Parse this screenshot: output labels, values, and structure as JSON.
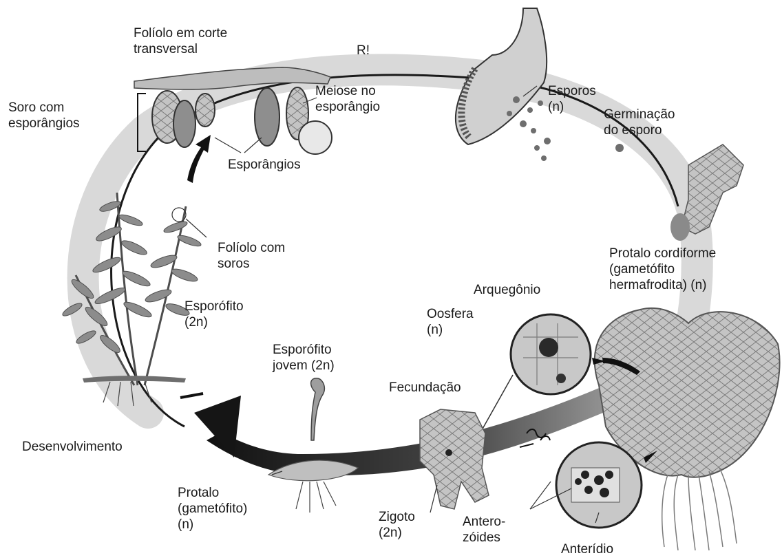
{
  "labels": {
    "foliolo_corte": "Folíolo em corte\ntransversal",
    "r": "R!",
    "soro": "Soro com\nesporângios",
    "meiose": "Meiose no\nesporângio",
    "esporangios": "Esporângios",
    "esporos": "Esporos\n(n)",
    "germinacao": "Germinação\ndo esporo",
    "foliolo_soros": "Folíolo com\nsoros",
    "protalo_cordiforme": "Protalo cordiforme\n(gametófito\nhermafrodita) (n)",
    "arquegonio": "Arquegônio",
    "oosfera": "Oosfera\n(n)",
    "esporofito": "Esporófito\n(2n)",
    "esporofito_jovem": "Esporófito\njovem (2n)",
    "fecundacao": "Fecundação",
    "desenvolvimento": "Desenvolvimento",
    "protalo": "Protalo\n(gametófito)\n(n)",
    "zigoto": "Zigoto\n(2n)",
    "anterozoides": "Antero-\nzóides",
    "anteridio": "Anterídio"
  },
  "colors": {
    "cycle_band": "#d9d9d9",
    "cycle_line": "#1a1a1a",
    "frond": "#8c8c8c",
    "frond_dark": "#4d4d4d",
    "tissue": "#bdbdbd",
    "arrow_dark": "#1f1f1f"
  },
  "icons": [
    "fern-frond-illustration",
    "sporangium-illustration",
    "spore-dots",
    "heart-shaped-prothallus",
    "archegonium-magnifier",
    "antheridium-magnifier",
    "zygote-tissue",
    "young-sporophyte",
    "development-arrow"
  ]
}
